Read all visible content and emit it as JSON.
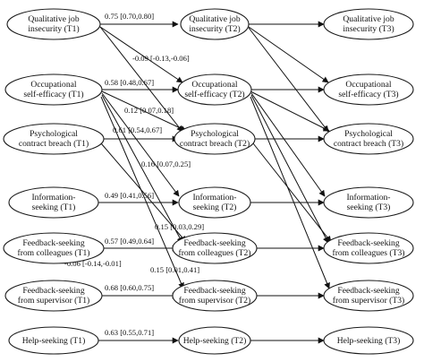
{
  "diagram": {
    "nodes": {
      "qji_t1": [
        "Qualitative job",
        "insecurity (T1)"
      ],
      "qji_t2": [
        "Qualitative job",
        "insecurity (T2)"
      ],
      "qji_t3": [
        "Qualitative job",
        "insecurity (T3)"
      ],
      "ose_t1": [
        "Occupational",
        "self-efficacy (T1)"
      ],
      "ose_t2": [
        "Occupational",
        "self-efficacy (T2)"
      ],
      "ose_t3": [
        "Occupational",
        "self-efficacy (T3)"
      ],
      "pcb_t1": [
        "Psychological",
        "contract breach (T1)"
      ],
      "pcb_t2": [
        "Psychological",
        "contract breach (T2)"
      ],
      "pcb_t3": [
        "Psychological",
        "contract breach (T3)"
      ],
      "is_t1": [
        "Information-",
        "seeking (T1)"
      ],
      "is_t2": [
        "Information-",
        "seeking (T2)"
      ],
      "is_t3": [
        "Information-",
        "seeking (T3)"
      ],
      "fsc_t1": [
        "Feedback-seeking",
        "from colleagues (T1)"
      ],
      "fsc_t2": [
        "Feedback-seeking",
        "from colleagues (T2)"
      ],
      "fsc_t3": [
        "Feedback-seeking",
        "from colleagues (T3)"
      ],
      "fss_t1": [
        "Feedback-seeking",
        "from supervisor (T1)"
      ],
      "fss_t2": [
        "Feedback-seeking",
        "from supervisor (T2)"
      ],
      "fss_t3": [
        "Feedback-seeking",
        "from supervisor (T3)"
      ],
      "hs_t1": [
        "Help-seeking (T1)"
      ],
      "hs_t2": [
        "Help-seeking (T2)"
      ],
      "hs_t3": [
        "Help-seeking (T3)"
      ]
    },
    "coefficients": [
      "0.75 [0.70,0.80]",
      "-0.09 [-0.13,-0.06]",
      "0.58 [0.48,0.67]",
      "0.12 [0.07,0.18]",
      "0.61 [0.54,0.67]",
      "0.16 [0.07,0.25]",
      "0.49 [0.41,0.56]",
      "0.15 [0.03,0.29]",
      "0.57 [0.49,0.64]",
      "-0.06 [-0.14,-0.01]",
      "0.68 [0.60,0.75]",
      "0.15 [0.01,0.41]",
      "0.63 [0.55,0.71]"
    ]
  }
}
